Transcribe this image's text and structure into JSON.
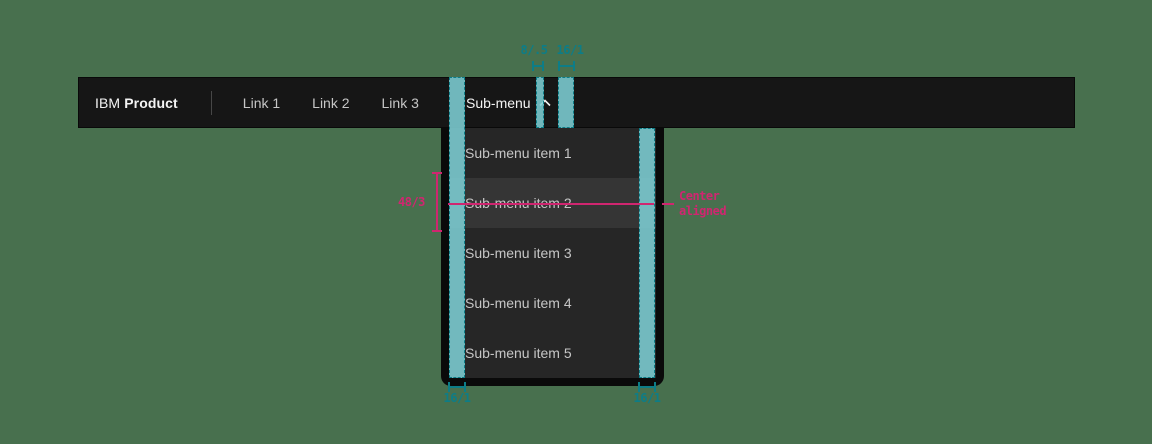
{
  "colors": {
    "background": "#48704e",
    "header_bg": "#161616",
    "menu_bg": "#262626",
    "menu_hover_bg": "#353535",
    "teal": "#0d7d87",
    "pink": "#d02670",
    "text_primary": "#f4f4f4",
    "text_secondary": "#c6c6c6"
  },
  "header": {
    "brand": {
      "prefix": "IBM",
      "name": "Product"
    },
    "links": [
      {
        "label": "Link 1"
      },
      {
        "label": "Link 2"
      },
      {
        "label": "Link 3"
      }
    ],
    "submenu": {
      "label": "Sub-menu",
      "icon": "chevron-up"
    }
  },
  "menu": {
    "items": [
      "Sub-menu item 1",
      "Sub-menu item 2",
      "Sub-menu item 3",
      "Sub-menu item 4",
      "Sub-menu item 5"
    ],
    "hover_index": 1
  },
  "annotations": {
    "top": [
      {
        "label": "8/.5"
      },
      {
        "label": "16/1"
      }
    ],
    "bottom": [
      {
        "label": "16/1"
      },
      {
        "label": "16/1"
      }
    ],
    "left": {
      "label": "48/3"
    },
    "right": {
      "line1": "Center",
      "line2": "aligned"
    }
  }
}
